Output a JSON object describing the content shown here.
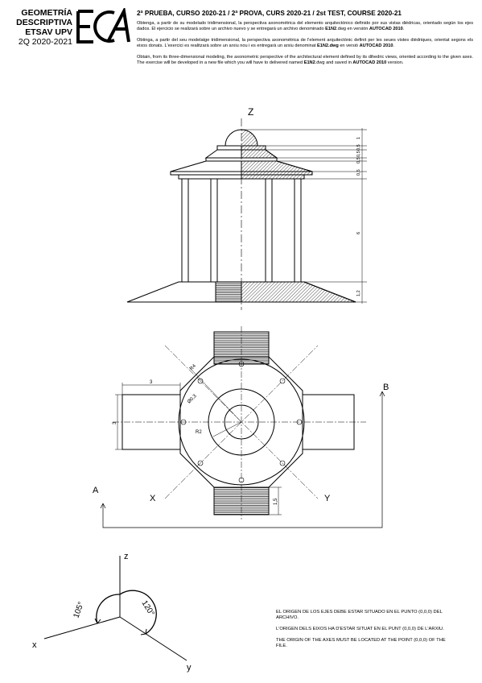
{
  "header": {
    "brand_lines": [
      "GEOMETRÍA",
      "DESCRIPTIVA",
      "ETSAV UPV"
    ],
    "brand_year": "2Q 2020-2021",
    "logo_text": "EGA",
    "title": "2ª PRUEBA, CURSO 2020-21 / 2ª PROVA, CURS 2020-21 / 2st TEST, COURSE 2020-21"
  },
  "instructions": {
    "es": "Obtenga, a partir de su modelado tridimensional, la perspectiva axonométrica del elemento arquitectónico definido por sus vistas diédricas, orientado según los ejes dados. El ejercicio se realizará sobre un archivo nuevo y se entregará un archivo denominado",
    "es_file": "E1N2",
    "es_mid": ".dwg en versión",
    "es_ver": "AUTOCAD 2010",
    "ca": "Obtinga, a partir del seu modelatge tridimensional, la perspectiva axonomètrica de l'element arquitectònic definit per les seues vistes dièdriques, orientat segons els eixos donats. L'exercici es realitzarà sobre un arxiu nou i es entregarà un arxiu denominat",
    "ca_file": "E1N2.dwg",
    "ca_mid": " en versió",
    "ca_ver": "AUTOCAD 2010",
    "en": "Obtain, from its three-dimensional modeling, the axonometric perspective of the architectural element defined by its dihedric views, oriented according to the given axes. The exercise will be developed in a new file which you will have to delivered named",
    "en_file": "E1N2",
    "en_mid": ".dwg and saved in",
    "en_ver": "AUTOCAD 2010",
    "en_end": " version."
  },
  "elevation": {
    "axis_label": "Z",
    "dims": [
      "1",
      "0,5",
      "0,5",
      "0,5",
      "0,5",
      "6",
      "1,2"
    ]
  },
  "plan": {
    "dim_top": "3",
    "dim_left": "3",
    "dim_bottom": "1,5",
    "label_r4": "R4",
    "label_r2": "R2",
    "label_dia": "Ø0,3",
    "arrow_a": "A",
    "arrow_b": "B",
    "axis_x": "X",
    "axis_y": "Y"
  },
  "axes": {
    "z": "z",
    "x": "x",
    "y": "y",
    "angle_left": "105°",
    "angle_right": "120°"
  },
  "notes": [
    "EL ORIGEN DE LOS EJES DEBE ESTAR SITUADO EN EL PUNTO (0,0,0) DEL ARCHIVO.",
    "L'ORIGEN DELS EIXOS HA D'ESTAR SITUAT EN EL PUNT (0,0,0) DE L'ARXIU.",
    "THE ORIGIN OF THE AXES MUST BE LOCATED AT THE POINT (0,0,0) OF THE FILE."
  ]
}
